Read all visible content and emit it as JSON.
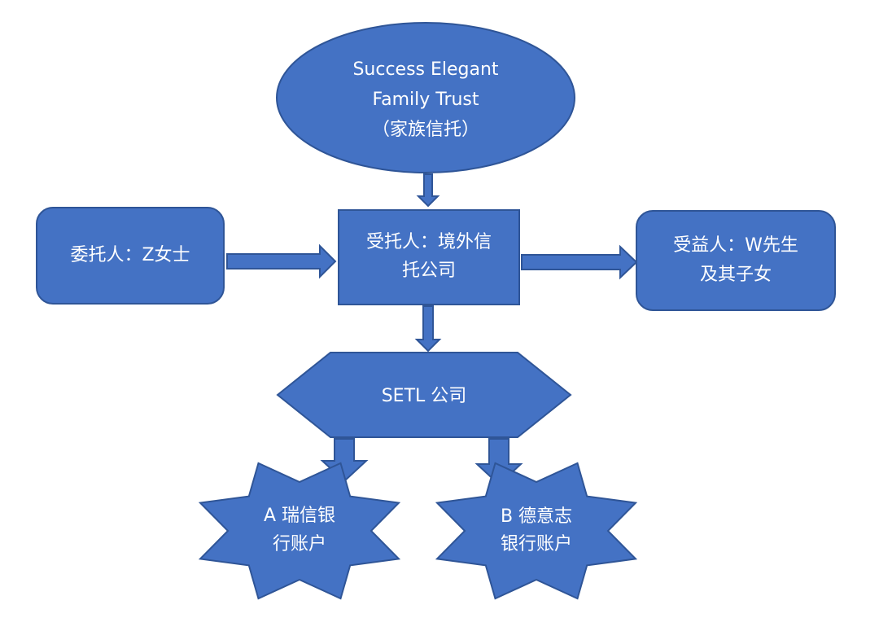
{
  "nodes": {
    "trust": {
      "line1": "Success Elegant",
      "line2": "Family Trust",
      "line3": "（家族信托）"
    },
    "settlor": {
      "line1": "委托人：Z女士"
    },
    "trustee": {
      "line1": "受托人：境外信",
      "line2": "托公司"
    },
    "beneficiary": {
      "line1": "受益人：W先生",
      "line2": "及其子女"
    },
    "setl": {
      "line1": "SETL 公司"
    },
    "account_a": {
      "line1": "A 瑞信银",
      "line2": "行账户"
    },
    "account_b": {
      "line1": "B 德意志",
      "line2": "银行账户"
    }
  },
  "colors": {
    "fill": "#4472c4",
    "stroke": "#2f5597",
    "text": "#ffffff"
  }
}
